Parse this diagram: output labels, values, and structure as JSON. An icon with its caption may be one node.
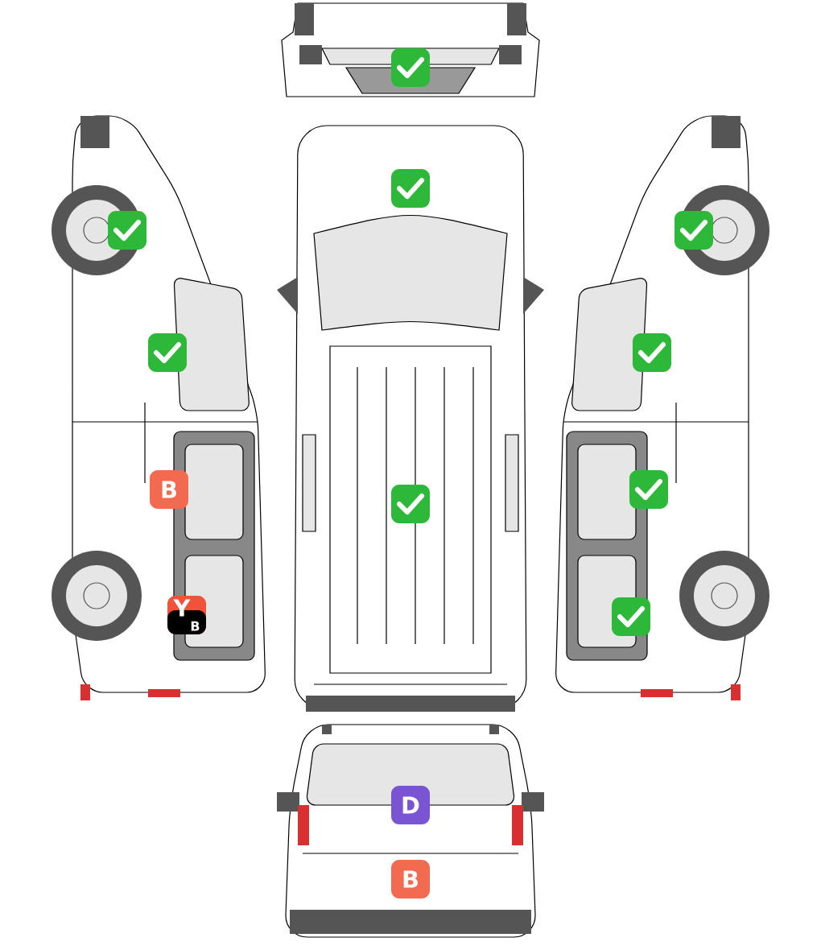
{
  "diagram": {
    "nodes": [
      {
        "text": [],
        "shape": "box"
      },
      {
        "text": [],
        "shape": "box"
      },
      {
        "text": [],
        "shape": "box"
      },
      {
        "text": [],
        "shape": "box"
      },
      {
        "text": [],
        "shape": "box"
      },
      {
        "text": [],
        "shape": "box"
      },
      {
        "text": [
          "B"
        ]
      },
      {
        "text": [],
        "shape": "box"
      },
      {
        "text": [],
        "shape": "box"
      },
      {
        "text": [
          "Y",
          "B"
        ]
      },
      {
        "text": [],
        "shape": "box"
      },
      {
        "text": [
          "D"
        ]
      },
      {
        "text": [
          "B"
        ]
      }
    ]
  }
}
